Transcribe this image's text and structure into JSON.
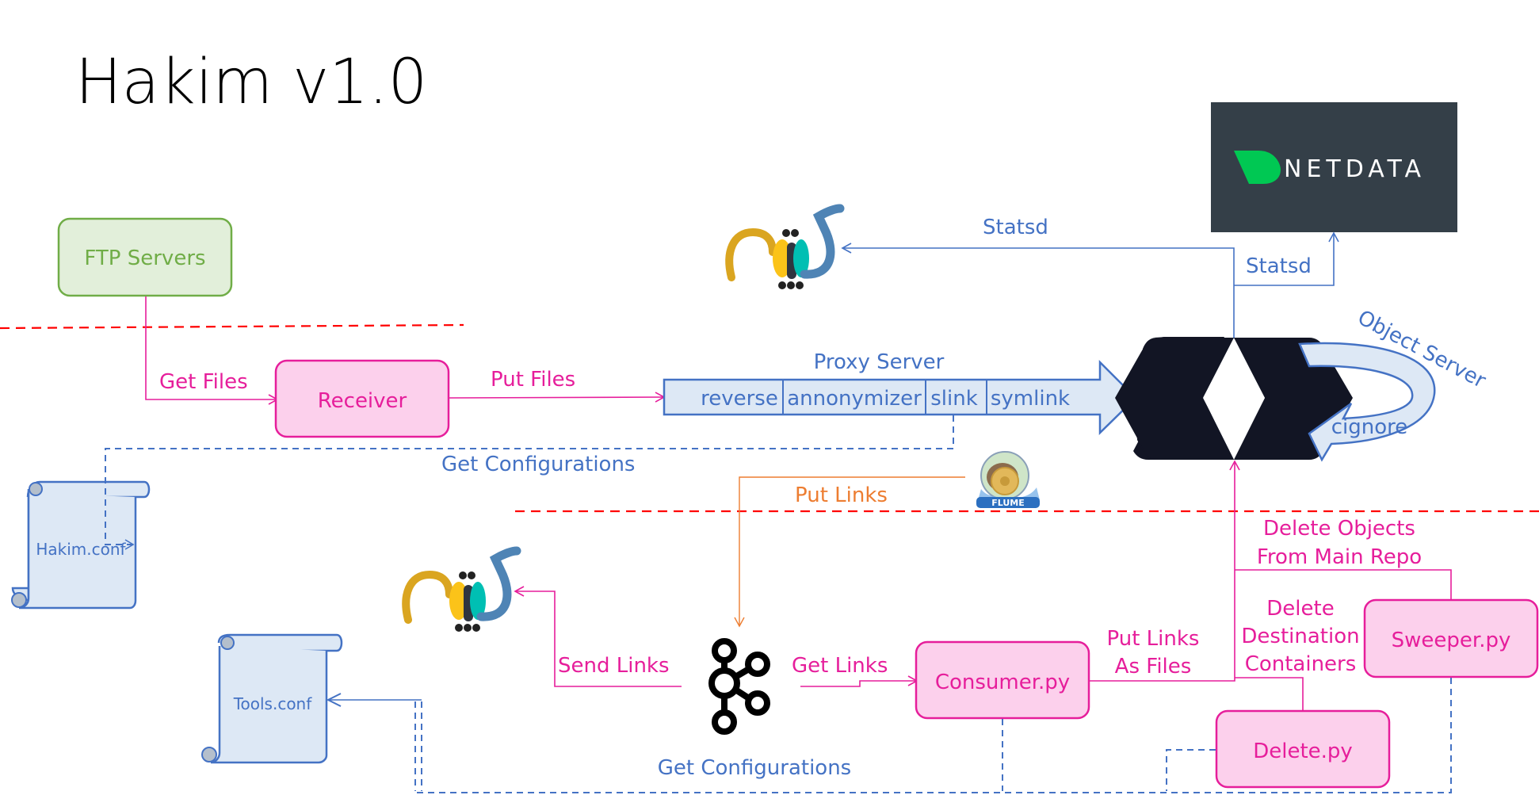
{
  "title": "Hakim v1.0",
  "nodes": {
    "ftp_servers": "FTP Servers",
    "receiver": "Receiver",
    "consumer": "Consumer.py",
    "sweeper": "Sweeper.py",
    "delete": "Delete.py",
    "hakim_conf": "Hakim.conf",
    "tools_conf": "Tools.conf",
    "netdata": "NETDATA",
    "flume": "FLUME"
  },
  "proxy_server": {
    "label": "Proxy Server",
    "segments": [
      "reverse",
      "annonymizer",
      "slink",
      "symlink"
    ]
  },
  "object_server": {
    "label": "Object Server",
    "loop_label": "cignore"
  },
  "edges": {
    "get_files": "Get Files",
    "put_files": "Put Files",
    "get_configurations_top": "Get Configurations",
    "statsd_left": "Statsd",
    "statsd_right": "Statsd",
    "put_links": "Put Links",
    "send_links": "Send Links",
    "get_links": "Get Links",
    "put_links_as_files": [
      "Put Links",
      "As Files"
    ],
    "delete_objects": [
      "Delete Objects",
      "From Main Repo"
    ],
    "delete_containers": [
      "Delete",
      "Destination",
      "Containers"
    ],
    "get_configurations_bottom": "Get Configurations"
  },
  "colors": {
    "process": "#e61e9b",
    "config": "#4472c4",
    "external": "#70ad47",
    "stream": "#ed7d31",
    "boundary": "#ff0000",
    "netdata_bg": "#343f48",
    "netdata_accent": "#00c853",
    "minio_dark": "#121524"
  }
}
